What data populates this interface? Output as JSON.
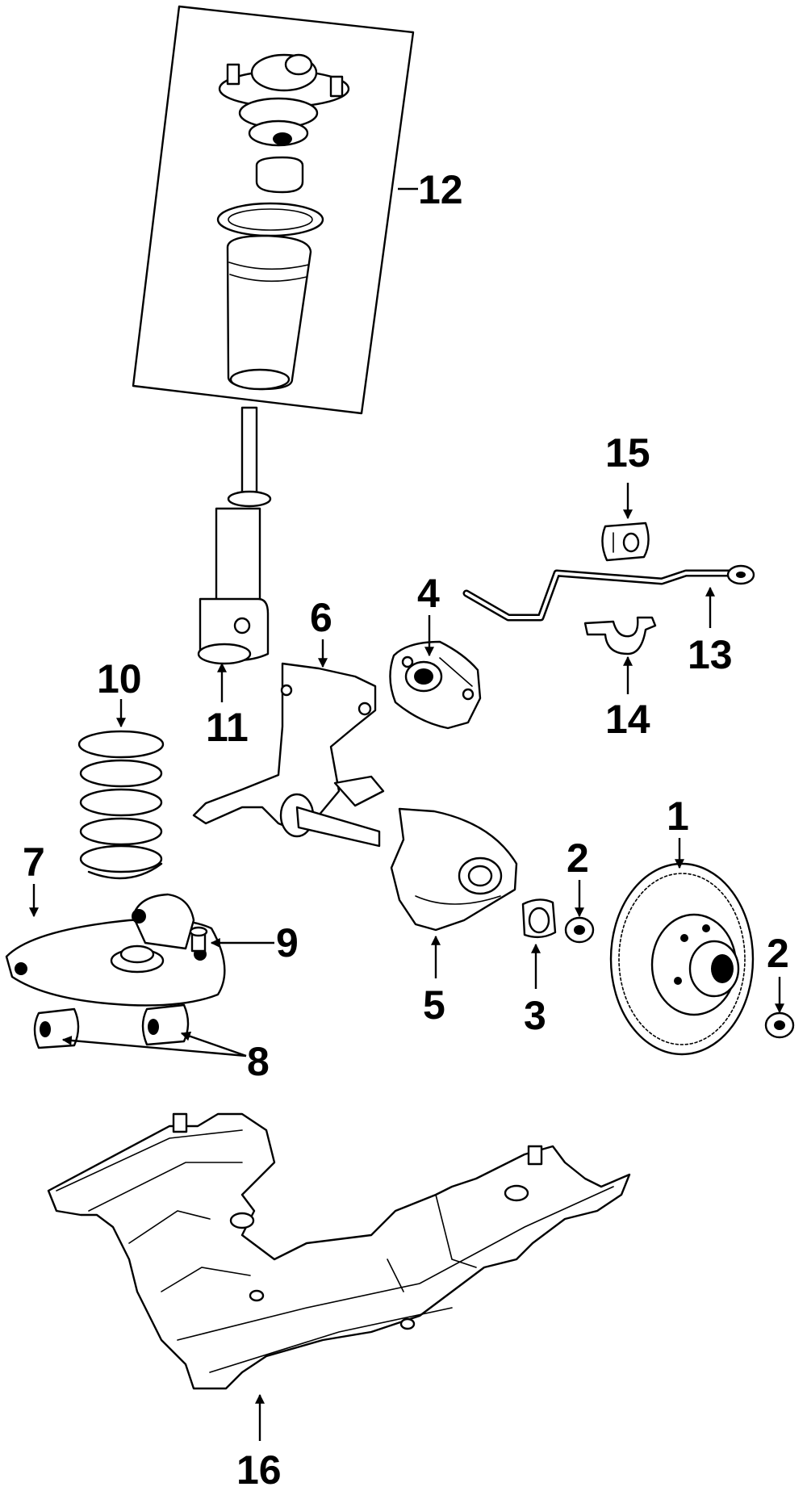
{
  "callouts": {
    "c1": "1",
    "c2a": "2",
    "c2b": "2",
    "c3": "3",
    "c4": "4",
    "c5": "5",
    "c6": "6",
    "c7": "7",
    "c8": "8",
    "c9": "9",
    "c10": "10",
    "c11": "11",
    "c12": "12",
    "c13": "13",
    "c14": "14",
    "c15": "15",
    "c16": "16"
  },
  "colors": {
    "line": "#000000",
    "background": "#ffffff"
  }
}
